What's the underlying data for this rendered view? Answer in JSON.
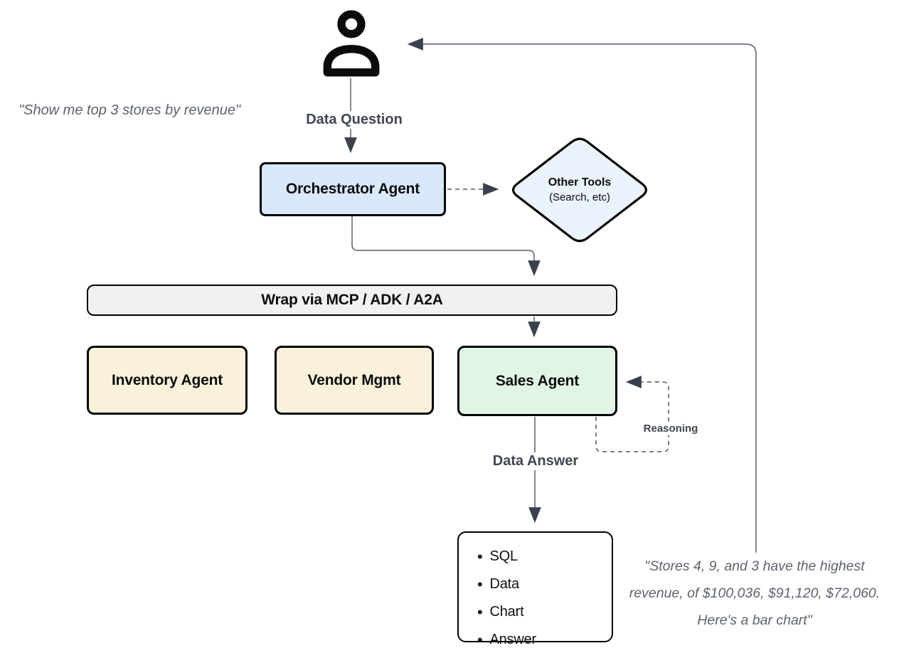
{
  "quotes": {
    "user_request": "\"Show me top 3 stores by revenue\"",
    "agent_response": "\"Stores 4, 9, and 3 have the highest\nrevenue, of $100,036, $91,120, $72,060.\nHere's a bar chart\""
  },
  "labels": {
    "data_question": "Data Question",
    "data_answer": "Data Answer",
    "reasoning": "Reasoning"
  },
  "nodes": {
    "orchestrator": {
      "label": "Orchestrator Agent",
      "fill": "#dae8fc"
    },
    "other_tools": {
      "title": "Other Tools",
      "subtitle": "(Search, etc)",
      "fill": "#ebf2fb"
    },
    "wrap_bar": {
      "label": "Wrap via MCP / ADK / A2A",
      "fill": "#f0f1f3"
    },
    "inventory": {
      "label": "Inventory Agent",
      "fill": "#faf1dc"
    },
    "vendor": {
      "label": "Vendor Mgmt",
      "fill": "#faf1dc"
    },
    "sales": {
      "label": "Sales Agent",
      "fill": "#e1f5e4"
    },
    "output": {
      "items": [
        "SQL",
        "Data",
        "Chart",
        "Answer"
      ]
    }
  },
  "colors": {
    "line": "#6e7480",
    "arrowhead": "#3a414e",
    "shape_border": "#000000",
    "flow_label_text": "#3f4652",
    "quote_text": "#5c6370"
  }
}
